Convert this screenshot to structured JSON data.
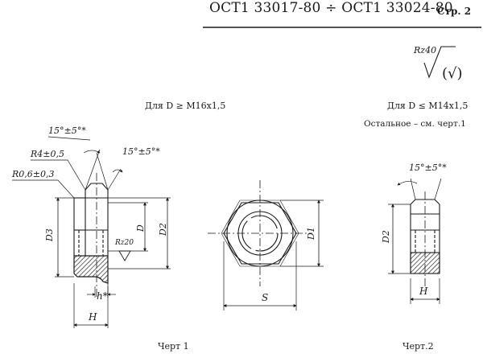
{
  "header": {
    "doc_code": "ОСТ1 33017-80 ÷ ОСТ1 33024-80",
    "page_label": "Стр. 2"
  },
  "roughness": {
    "general": "Rz40",
    "bracket": "(√)"
  },
  "captions": {
    "fig1_condition": "Для D ≥ М16x1,5",
    "fig2_condition": "Для D ≤ М14x1,5",
    "fig2_note": "Остальное – см. черт.1"
  },
  "dimensions": {
    "chamfer_angle_left": "15°±5°*",
    "chamfer_angle_right": "15°±5°*",
    "chamfer_angle_fig2": "15°±5°*",
    "radius_r4": "R4±0,5",
    "radius_r06": "R0,6±0,3",
    "d3": "D3",
    "d": "D",
    "d2": "D2",
    "rz20": "Rz20",
    "h_small": "h*",
    "h_height": "H",
    "s_width": "S",
    "d1": "D1",
    "d2_fig2": "D2",
    "h_fig2": "H"
  },
  "footer": {
    "fig1_label": "Черт 1",
    "fig2_label": "Черт.2"
  }
}
